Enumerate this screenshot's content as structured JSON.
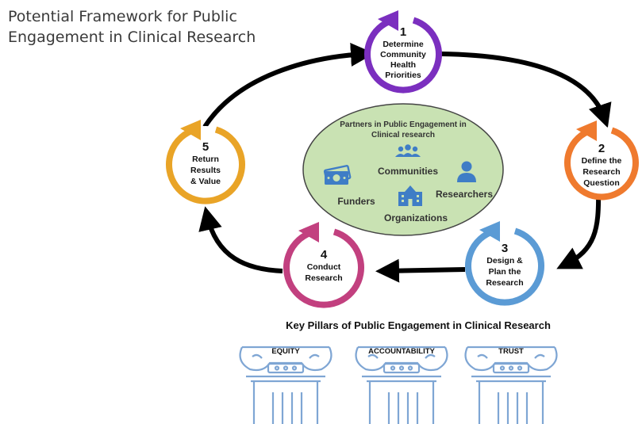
{
  "title": {
    "line1": "Potential Framework for Public",
    "line2": "Engagement in Clinical Research"
  },
  "stages": [
    {
      "number": "1",
      "lines": [
        "Determine",
        "Community",
        "Health",
        "Priorities"
      ],
      "color": "#7b2fbf"
    },
    {
      "number": "2",
      "lines": [
        "Define the",
        "Research",
        "Question"
      ],
      "color": "#ef7a2e"
    },
    {
      "number": "3",
      "lines": [
        "Design &",
        "Plan the",
        "Research"
      ],
      "color": "#5b9bd5"
    },
    {
      "number": "4",
      "lines": [
        "Conduct",
        "Research"
      ],
      "color": "#c2407f"
    },
    {
      "number": "5",
      "lines": [
        "Return",
        "Results",
        "& Value"
      ],
      "color": "#e9a427"
    }
  ],
  "partners": {
    "title_line1": "Partners in Public Engagement in",
    "title_line2": "Clinical research",
    "communities": "Communities",
    "funders": "Funders",
    "researchers": "Researchers",
    "organizations": "Organizations",
    "fill": "#c9e2b3",
    "icon_color": "#3f7dc6"
  },
  "pillars": {
    "title": "Key Pillars of Public Engagement in Clinical Research",
    "items": [
      "EQUITY",
      "ACCOUNTABILITY",
      "TRUST"
    ],
    "stroke": "#7fa6d4"
  }
}
